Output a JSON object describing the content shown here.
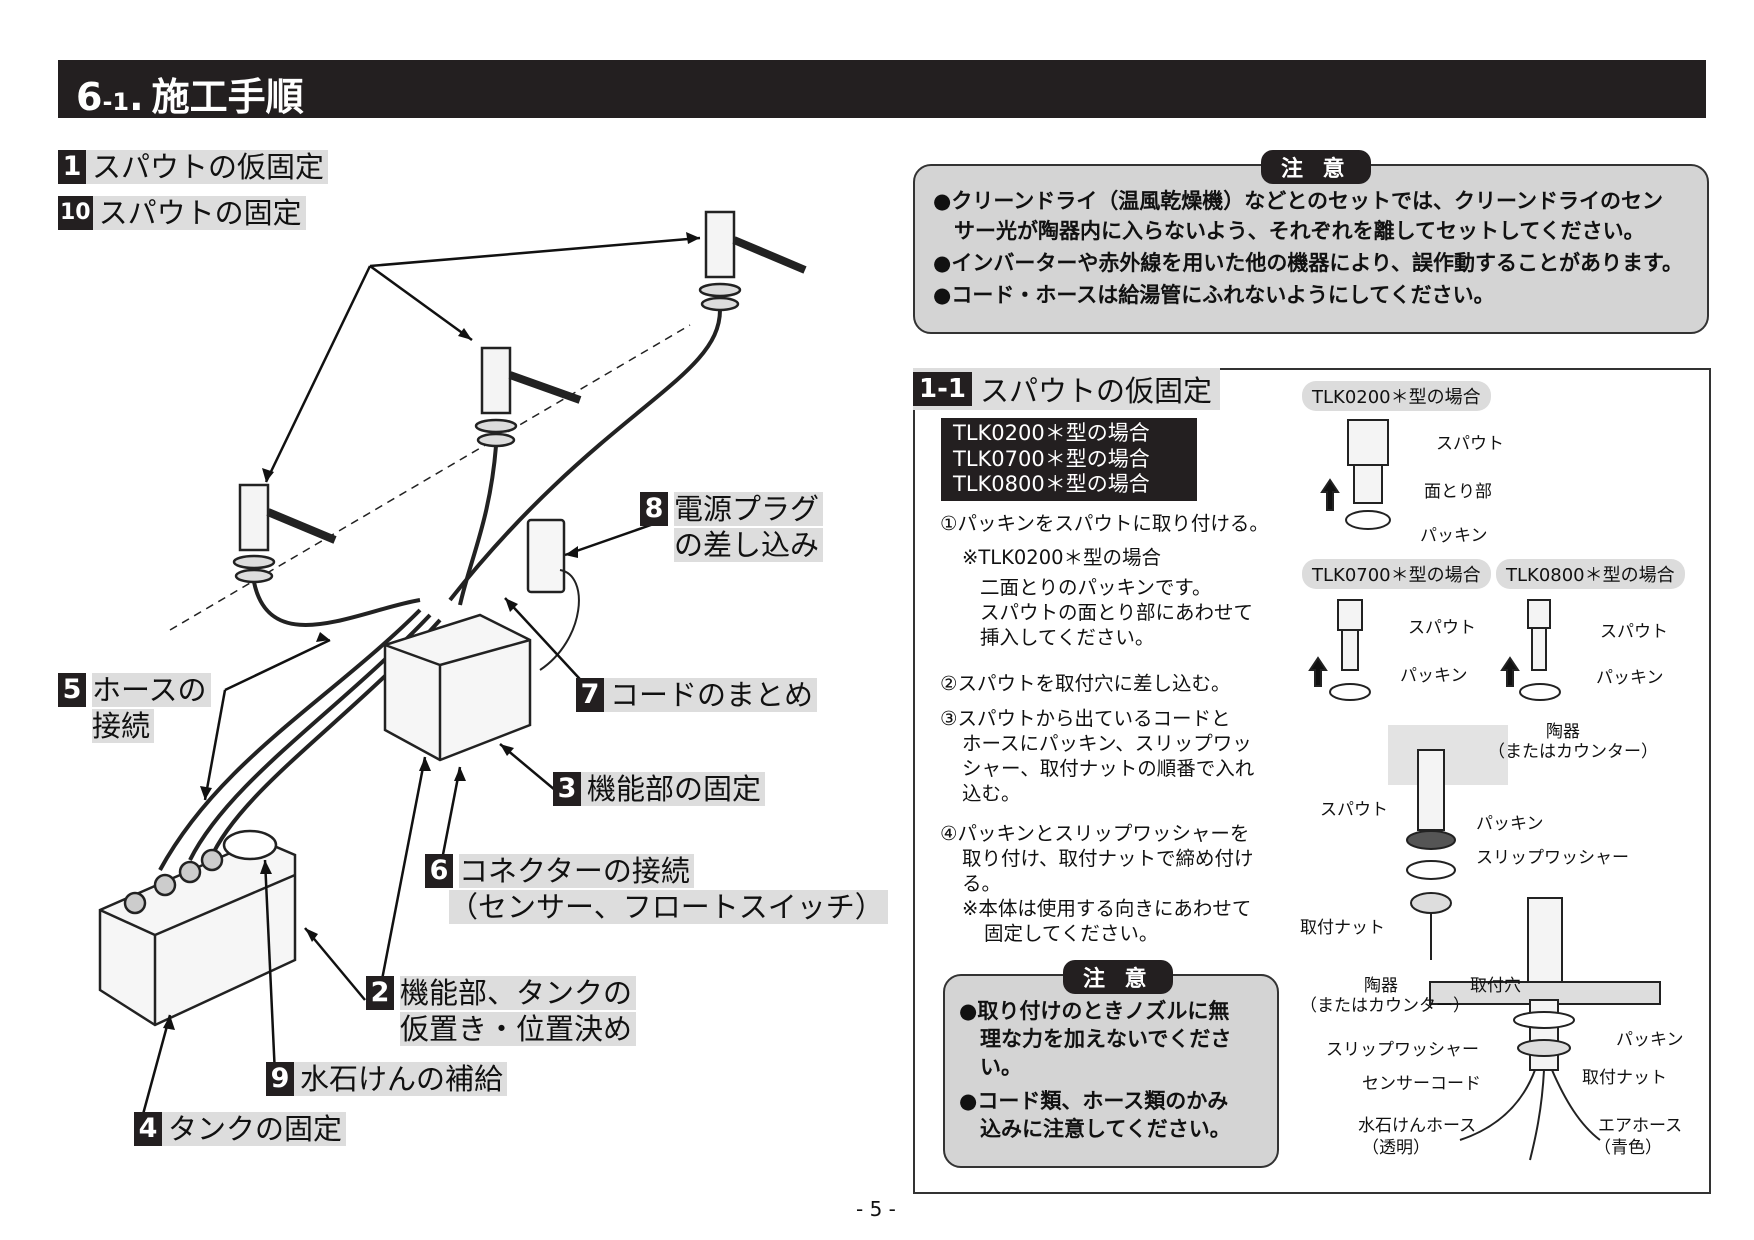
{
  "header": {
    "section_number": "6",
    "section_sub": "-1",
    "section_dot": ".",
    "title": "施工手順"
  },
  "left_labels": [
    {
      "badge": "1",
      "lines": [
        "スパウトの仮固定"
      ]
    },
    {
      "badge": "10",
      "lines": [
        "スパウトの固定"
      ]
    },
    {
      "badge": "8",
      "lines": [
        "電源プラグ",
        "の差し込み"
      ]
    },
    {
      "badge": "5",
      "lines": [
        "ホースの",
        "接続"
      ]
    },
    {
      "badge": "7",
      "lines": [
        "コードのまとめ"
      ]
    },
    {
      "badge": "3",
      "lines": [
        "機能部の固定"
      ]
    },
    {
      "badge": "6",
      "lines": [
        "コネクターの接続",
        "（センサー、フロートスイッチ）"
      ]
    },
    {
      "badge": "2",
      "lines": [
        "機能部、タンクの",
        "仮置き・位置決め"
      ]
    },
    {
      "badge": "9",
      "lines": [
        "水石けんの補給"
      ]
    },
    {
      "badge": "4",
      "lines": [
        "タンクの固定"
      ]
    }
  ],
  "caution_top": {
    "tag": "注 意",
    "lines": [
      "●クリーンドライ（温風乾燥機）などとのセットでは、クリーンドライのセン",
      "　サー光が陶器内に入らないよう、それぞれを離してセットしてください。",
      "●インバーターや赤外線を用いた他の機器により、誤作動することがあります。",
      "●コード・ホースは給湯管にふれないようにしてください。"
    ]
  },
  "section": {
    "badge": "1-1",
    "title": "スパウトの仮固定",
    "models": [
      "TLK0200＊型の場合",
      "TLK0700＊型の場合",
      "TLK0800＊型の場合"
    ],
    "steps": [
      "①パッキンをスパウトに取り付ける。",
      "※TLK0200＊型の場合",
      "二面とりのパッキンです。",
      "スパウトの面とり部にあわせて",
      "挿入してください。",
      "②スパウトを取付穴に差し込む。",
      "③スパウトから出ているコードと",
      "ホースにパッキン、スリップワッ",
      "シャー、取付ナットの順番で入れ",
      "込む。",
      "④パッキンとスリップワッシャーを",
      "取り付け、取付ナットで締め付け",
      "る。",
      "※本体は使用する向きにあわせて",
      "固定してください。"
    ],
    "caution_bottom": {
      "tag": "注 意",
      "lines": [
        "●取り付けのときノズルに無",
        "　理な力を加えないでくださ",
        "　い。",
        "●コード類、ホース類のかみ",
        "　込みに注意してください。"
      ]
    },
    "diagram": {
      "pill_0200": "TLK0200＊型の場合",
      "pill_0700": "TLK0700＊型の場合",
      "pill_0800": "TLK0800＊型の場合",
      "spout": "スパウト",
      "chamfer": "面とり部",
      "packing": "パッキン",
      "ceramic": "陶器",
      "or_counter": "（またはカウンター）",
      "slip_washer": "スリップワッシャー",
      "nut": "取付ナット",
      "mount_hole": "取付穴",
      "sensor_cord": "センサーコード",
      "soap_hose": "水石けんホース",
      "clear": "（透明）",
      "air_hose": "エアホース",
      "blue": "（青色）"
    }
  },
  "page_number": "- 5 -"
}
